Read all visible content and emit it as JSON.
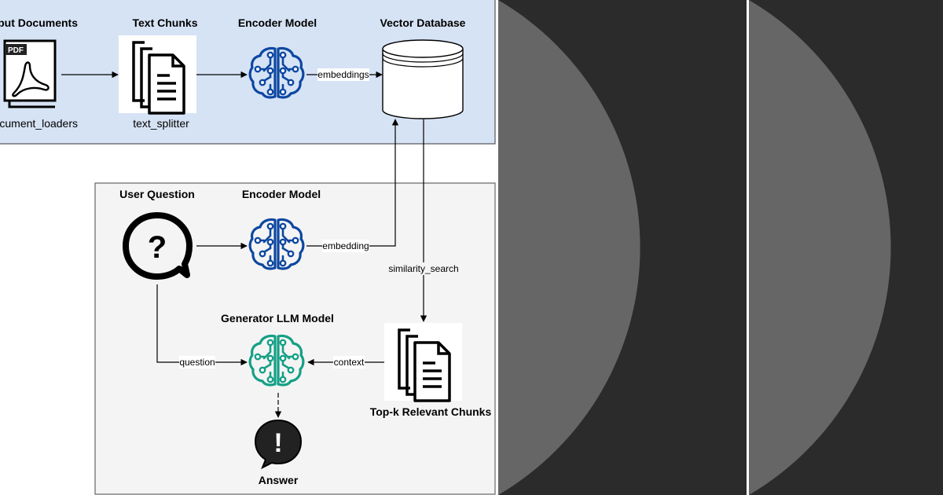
{
  "ingestion": {
    "input_documents": {
      "title": "Input Documents",
      "caption": "document_loaders",
      "badge": "PDF"
    },
    "text_chunks": {
      "title": "Text Chunks",
      "caption": "text_splitter"
    },
    "encoder": {
      "title": "Encoder Model"
    },
    "vector_db": {
      "title": "Vector Database"
    },
    "edge_embeddings": "embeddings"
  },
  "query": {
    "user_question": {
      "title": "User Question",
      "symbol": "?"
    },
    "encoder": {
      "title": "Encoder Model"
    },
    "generator": {
      "title": "Generator LLM Model"
    },
    "top_k": {
      "title": "Top-k Relevant Chunks"
    },
    "answer": {
      "title": "Answer",
      "symbol": "!"
    },
    "edge_embedding": "embedding",
    "edge_similarity": "similarity_search",
    "edge_question": "question",
    "edge_context": "context"
  },
  "colors": {
    "ingestion_bg": "#d6e3f5",
    "query_bg": "#f4f4f4",
    "encoder_blue": "#0d47a1",
    "generator_teal": "#14a085",
    "panel_dark": "#666666",
    "panel_bg": "#2b2b2b"
  }
}
